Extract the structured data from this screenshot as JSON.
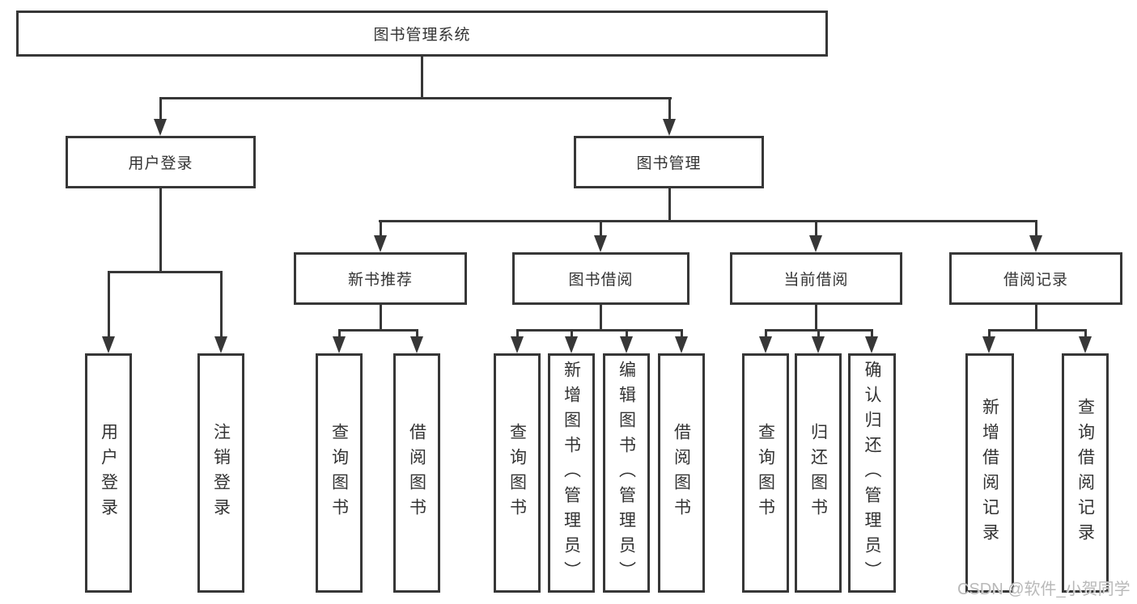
{
  "diagram": {
    "root": {
      "label": "图书管理系统"
    },
    "level2": [
      {
        "label": "用户登录"
      },
      {
        "label": "图书管理"
      }
    ],
    "level3": [
      {
        "label": "新书推荐"
      },
      {
        "label": "图书借阅"
      },
      {
        "label": "当前借阅"
      },
      {
        "label": "借阅记录"
      }
    ],
    "leaves": {
      "user_login": [
        {
          "label": "用户登录"
        },
        {
          "label": "注销登录"
        }
      ],
      "new_book": [
        {
          "label": "查询图书"
        },
        {
          "label": "借阅图书"
        }
      ],
      "book_borrow": [
        {
          "label": "查询图书"
        },
        {
          "label": "新增图书（管理员）"
        },
        {
          "label": "编辑图书（管理员）"
        },
        {
          "label": "借阅图书"
        }
      ],
      "current_borrow": [
        {
          "label": "查询图书"
        },
        {
          "label": "归还图书"
        },
        {
          "label": "确认归还（管理员）"
        }
      ],
      "records": [
        {
          "label": "新增借阅记录"
        },
        {
          "label": "查询借阅记录"
        }
      ]
    }
  },
  "watermark": {
    "label": "CSDN @软件_小贺同学"
  },
  "colors": {
    "line": "#373737",
    "text": "#333333",
    "watermark": "#b9b9b9",
    "background": "#ffffff"
  }
}
